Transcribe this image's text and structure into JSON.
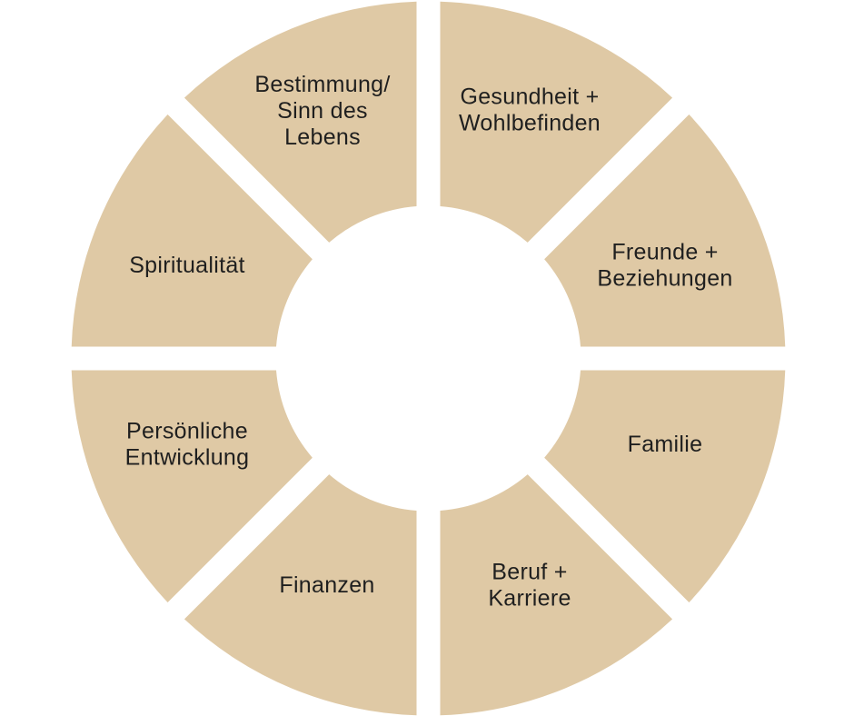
{
  "colors": {
    "segment_fill": "#dfc9a5",
    "background": "#ffffff",
    "label_text": "#1f1f1f"
  },
  "segments": [
    {
      "id": "gesundheit",
      "lines": [
        "Gesundheit +",
        "Wohlbefinden"
      ]
    },
    {
      "id": "freunde",
      "lines": [
        "Freunde +",
        "Beziehungen"
      ]
    },
    {
      "id": "familie",
      "lines": [
        "Familie"
      ]
    },
    {
      "id": "beruf",
      "lines": [
        "Beruf +",
        "Karriere"
      ]
    },
    {
      "id": "finanzen",
      "lines": [
        "Finanzen"
      ]
    },
    {
      "id": "entwicklung",
      "lines": [
        "Persönliche",
        "Entwicklung"
      ]
    },
    {
      "id": "spiritualitaet",
      "lines": [
        "Spiritualität"
      ]
    },
    {
      "id": "bestimmung",
      "lines": [
        "Bestimmung/",
        "Sinn des",
        "Lebens"
      ]
    }
  ]
}
